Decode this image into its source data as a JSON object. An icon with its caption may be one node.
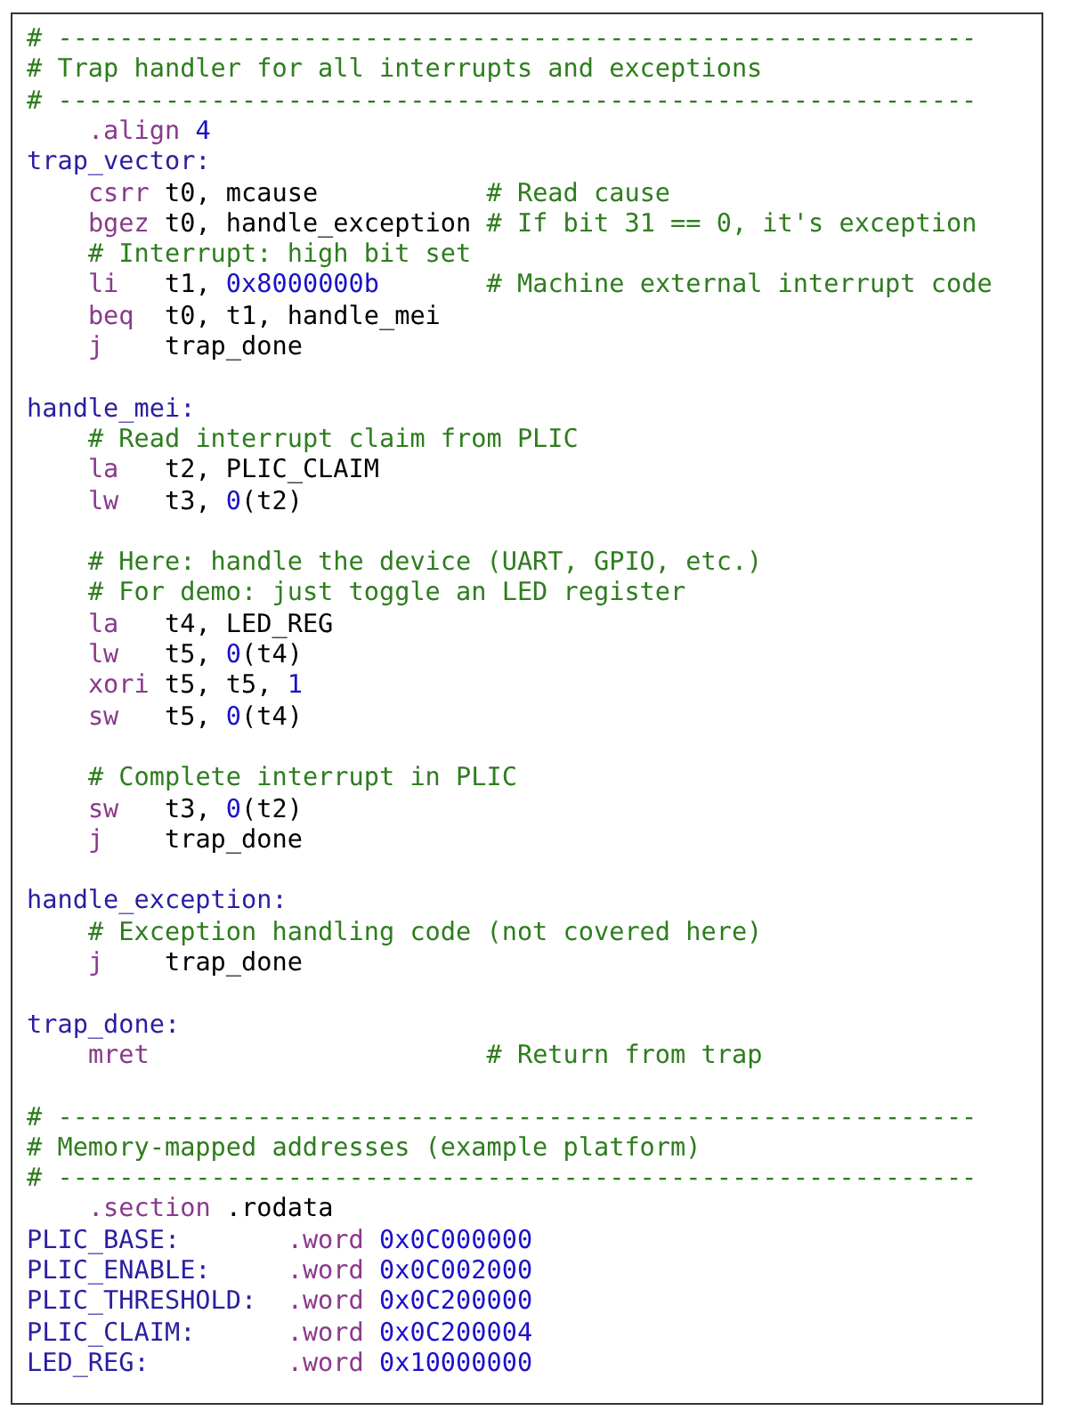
{
  "diagram": {
    "labels": [
      "# ------------------------------------------------------------",
      "# Trap handler for all interrupts and exceptions",
      "# ------------------------------------------------------------",
      "    .align 4",
      "trap_vector:",
      "    csrr t0, mcause           # Read cause",
      "    bgez t0, handle_exception # If bit 31 == 0, it's exception",
      "    # Interrupt: high bit set",
      "    li   t1, 0x8000000b       # Machine external interrupt code",
      "    beq  t0, t1, handle_mei",
      "    j    trap_done",
      "handle_mei:",
      "    # Read interrupt claim from PLIC",
      "    la   t2, PLIC_CLAIM",
      "    lw   t3, 0(t2)",
      "    # Here: handle the device (UART, GPIO, etc.)",
      "    # For demo: just toggle an LED register",
      "    la   t4, LED_REG",
      "    lw   t5, 0(t4)",
      "    xori t5, t5, 1",
      "    sw   t5, 0(t4)",
      "    # Complete interrupt in PLIC",
      "    sw   t3, 0(t2)",
      "    j    trap_done",
      "handle_exception:",
      "    # Exception handling code (not covered here)",
      "    j    trap_done",
      "trap_done:",
      "    mret",
      "# Return from trap",
      "# ------------------------------------------------------------",
      "# Memory-mapped addresses (example platform)",
      "# ------------------------------------------------------------",
      "    .section .rodata",
      "PLIC_BASE:       .word 0x0C000000",
      "PLIC_ENABLE:     .word 0x0C002000",
      "PLIC_THRESHOLD:  .word 0x0C200000",
      "PLIC_CLAIM:      .word 0x0C200004",
      "LED_REG:         .word 0x10000000"
    ]
  }
}
